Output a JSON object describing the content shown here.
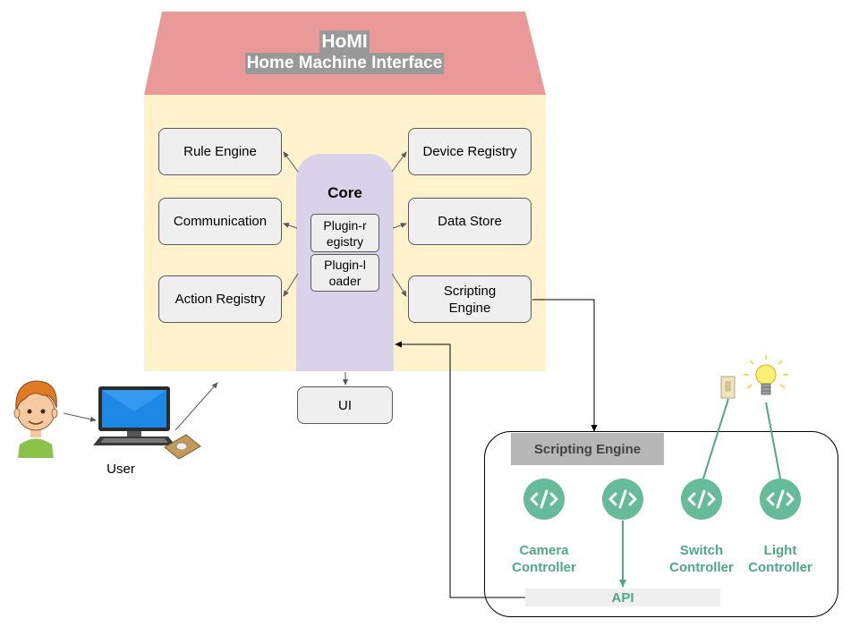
{
  "title": {
    "acronym": "HoMI",
    "subtitle": "Home Machine Interface"
  },
  "left_modules": [
    "Rule Engine",
    "Communication",
    "Action Registry"
  ],
  "right_modules": [
    "Device Registry",
    "Data Store",
    "Scripting Engine"
  ],
  "core": {
    "label": "Core",
    "plugin_registry": "Plugin-registry",
    "plugin_loader": "Plugin-loader"
  },
  "ui_label": "UI",
  "user_label": "User",
  "scripting_panel": {
    "header": "Scripting Engine",
    "controllers": [
      {
        "line1": "Camera",
        "line2": "Controller"
      },
      {
        "line1": "",
        "line2": ""
      },
      {
        "line1": "Switch",
        "line2": "Controller"
      },
      {
        "line1": "Light",
        "line2": "Controller"
      }
    ],
    "api_label": "API"
  },
  "colors": {
    "roof": "#ea9999",
    "house": "#fff2cc",
    "core": "#d9d2e9",
    "controller": "#66bb99",
    "controller_text": "#4ea787"
  },
  "icons": [
    "user-avatar-icon",
    "computer-icon",
    "mouse-icon",
    "code-icon",
    "light-switch-icon",
    "light-bulb-icon"
  ]
}
